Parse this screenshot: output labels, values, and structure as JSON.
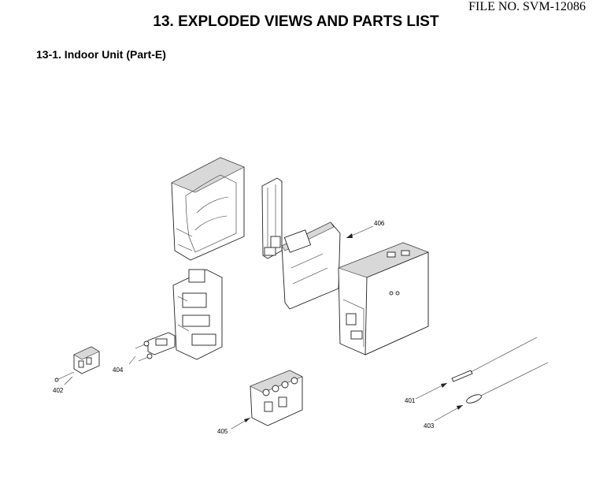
{
  "header": {
    "file_no": "FILE NO. SVM-12086",
    "title": "13.  EXPLODED VIEWS AND PARTS LIST",
    "subtitle": "13-1.  Indoor Unit (Part-E)"
  },
  "callouts": [
    {
      "id": "401",
      "label": "401"
    },
    {
      "id": "402",
      "label": "402"
    },
    {
      "id": "403",
      "label": "403"
    },
    {
      "id": "404",
      "label": "404"
    },
    {
      "id": "405",
      "label": "405"
    },
    {
      "id": "406",
      "label": "406"
    }
  ]
}
